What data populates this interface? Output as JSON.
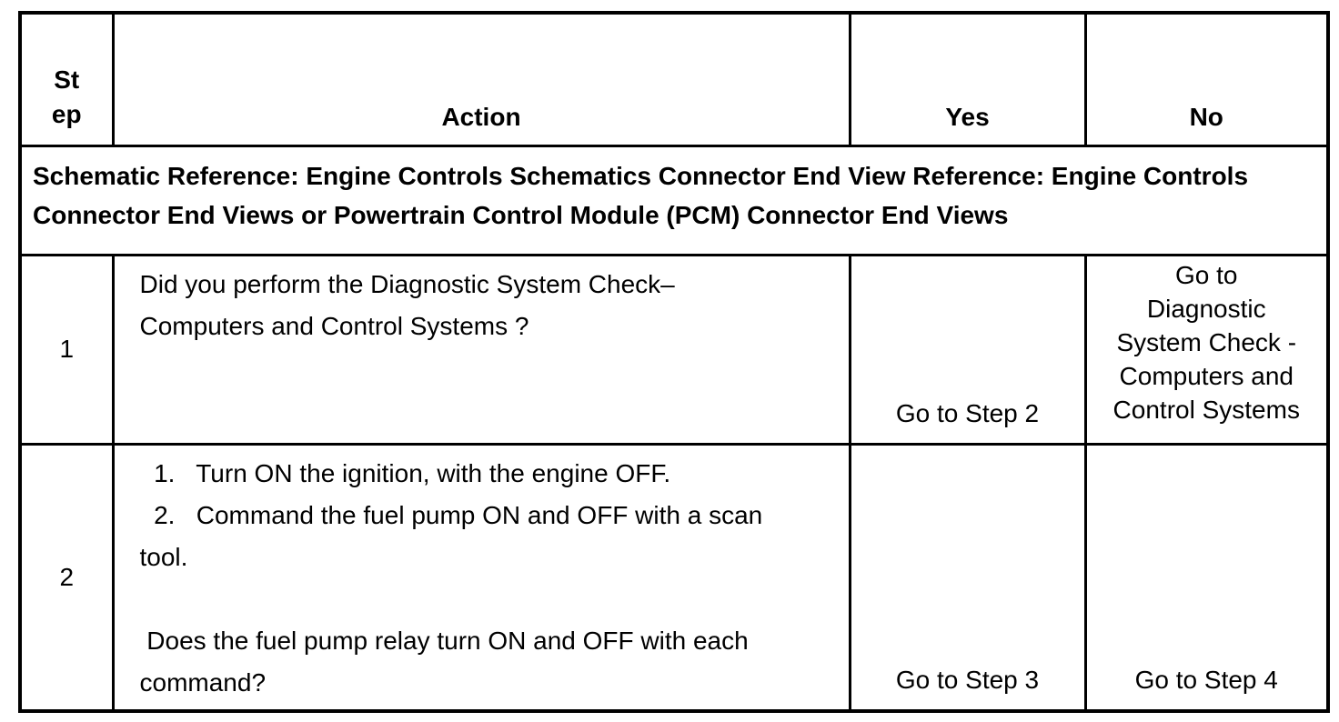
{
  "colors": {
    "border": "#000000",
    "text": "#000000",
    "background": "#ffffff"
  },
  "table": {
    "header": {
      "step_lines": [
        "St",
        "ep"
      ],
      "action": "Action",
      "yes": "Yes",
      "no": "No"
    },
    "schematic_note_lines": [
      "Schematic Reference: Engine Controls Schematics Connector End View Reference: Engine Controls",
      "Connector End Views or Powertrain Control Module (PCM) Connector End Views"
    ],
    "rows": [
      {
        "step": "1",
        "action_lines": [
          "Did you perform the Diagnostic System Check–",
          "Computers and Control Systems ?"
        ],
        "yes": "Go to Step 2",
        "no_lines": [
          "Go to",
          "Diagnostic",
          "System Check -",
          "Computers and",
          "Control Systems"
        ]
      },
      {
        "step": "2",
        "action_lines": [
          "  1.   Turn ON the ignition, with the engine OFF.",
          "  2.   Command the fuel pump ON and OFF with a scan",
          "tool.",
          "",
          " Does the fuel pump relay turn ON and OFF with each",
          "command?"
        ],
        "yes": "Go to Step 3",
        "no": "Go to Step 4"
      }
    ]
  }
}
